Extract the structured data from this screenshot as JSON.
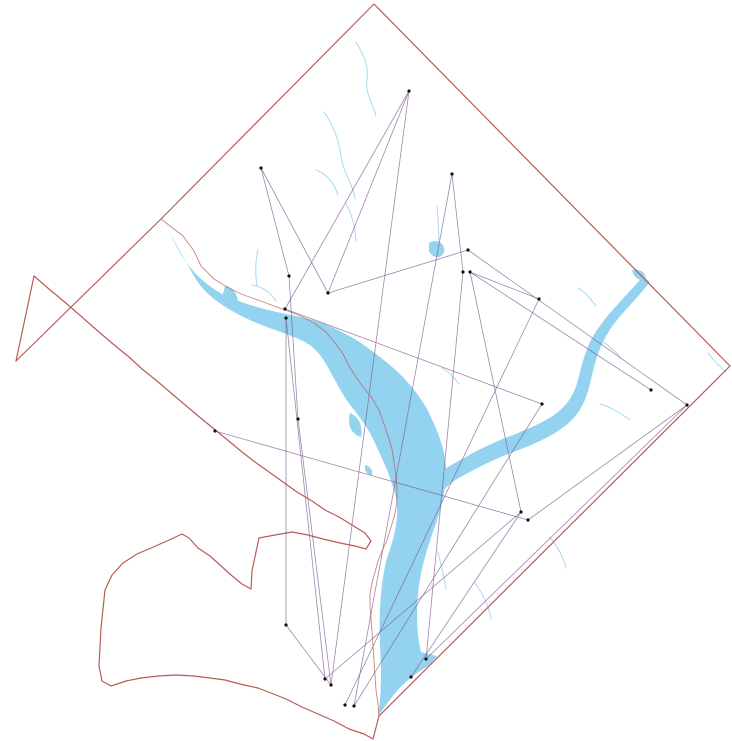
{
  "map": {
    "colors": {
      "background": "#ffffff",
      "boundary": "#b85c56",
      "water": "#93d3ef",
      "stream": "#9fd8ef",
      "route": "#7a5a8c",
      "stop": "#111111"
    },
    "features": [
      "district-boundary",
      "river-body",
      "tributary-branch",
      "streams",
      "route-lines",
      "stop-points"
    ]
  }
}
